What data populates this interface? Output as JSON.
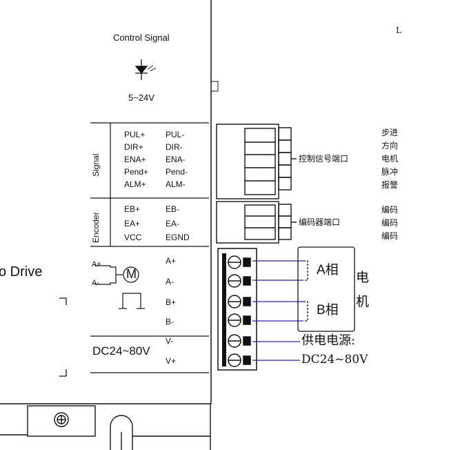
{
  "control": {
    "title": "Control Signal",
    "voltage": "5~24V"
  },
  "signal_block": {
    "label": "Signal",
    "left": [
      "PUL+",
      "DIR+",
      "ENA+",
      "Pend+",
      "ALM+"
    ],
    "right": [
      "PUL-",
      "DIR-",
      "ENA-",
      "Pend-",
      "ALM-"
    ]
  },
  "encoder_block": {
    "label": "Encoder",
    "left": [
      "EB+",
      "EA+",
      "VCC"
    ],
    "right": [
      "EB-",
      "EA-",
      "EGND"
    ]
  },
  "motor_block": {
    "motor_symbol": "M",
    "a_plus": "A+",
    "a_minus": "A-",
    "pins": [
      "A+",
      "A-",
      "B+",
      "B-"
    ]
  },
  "power_block": {
    "label": "DC24~80V",
    "pins": [
      "V-",
      "V+"
    ]
  },
  "drive_title": "o Drive",
  "edge_mark": "L",
  "right_panel": {
    "control_port": "控制信号端口",
    "encoder_port": "编码器端口",
    "phase_a": "A相",
    "phase_b": "B相",
    "motor": [
      "电",
      "机"
    ],
    "power_label": "供电电源:",
    "power_voltage": "DC24~80V",
    "control_desc": [
      "步进",
      "方向",
      "电机",
      "脉冲",
      "报警"
    ],
    "encoder_desc": [
      "编码",
      "编码",
      "编码"
    ]
  },
  "colors": {
    "wire": "#2020c8",
    "line": "#111111"
  }
}
